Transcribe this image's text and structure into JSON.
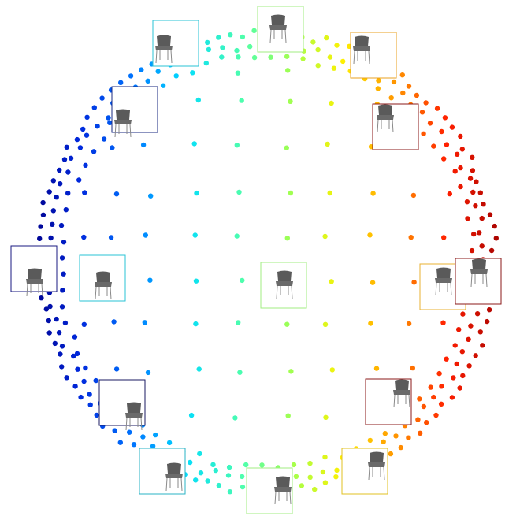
{
  "figure": {
    "description_colors": {
      "colormap": [
        "#00008b",
        "#0000ff",
        "#0080ff",
        "#00e5ff",
        "#60ff9f",
        "#b5ff4a",
        "#ffff00",
        "#ff8000",
        "#ff0000",
        "#8b0000"
      ]
    },
    "point_clusters": [
      {
        "cluster": "left-outer-arc",
        "color": "#0030d0"
      },
      {
        "cluster": "upper-left-arc",
        "color": "#0060ff"
      },
      {
        "cluster": "lower-left-arc",
        "color": "#0040e0"
      },
      {
        "cluster": "top-arc",
        "color": "#a8ff50"
      },
      {
        "cluster": "bottom-arc",
        "color": "#80ff80"
      },
      {
        "cluster": "right-upper-arc",
        "color": "#ff2000"
      },
      {
        "cluster": "right-lower-arc",
        "color": "#ff4000"
      },
      {
        "cluster": "interior-grid",
        "color": "#80ff80"
      }
    ],
    "thumbnails": [
      {
        "id": "thumb-top",
        "border_color": "#a0ee80",
        "icon": "chair-icon"
      },
      {
        "id": "thumb-top-left",
        "border_color": "#29c3d6",
        "icon": "chair-icon"
      },
      {
        "id": "thumb-top-right",
        "border_color": "#e8a020",
        "icon": "chair-icon"
      },
      {
        "id": "thumb-upper-left",
        "border_color": "#1a2a80",
        "icon": "chair-icon"
      },
      {
        "id": "thumb-upper-right",
        "border_color": "#8b1a1a",
        "icon": "chair-icon"
      },
      {
        "id": "thumb-left",
        "border_color": "#1a1a80",
        "icon": "chair-icon"
      },
      {
        "id": "thumb-left-inner",
        "border_color": "#29c3d6",
        "icon": "chair-icon"
      },
      {
        "id": "thumb-center",
        "border_color": "#a0ee80",
        "icon": "chair-icon"
      },
      {
        "id": "thumb-right-inner",
        "border_color": "#e8b030",
        "icon": "chair-icon"
      },
      {
        "id": "thumb-right",
        "border_color": "#8b1a1a",
        "icon": "chair-icon"
      },
      {
        "id": "thumb-lower-left",
        "border_color": "#1a1a60",
        "icon": "chair-icon"
      },
      {
        "id": "thumb-lower-right",
        "border_color": "#8b1a1a",
        "icon": "chair-icon"
      },
      {
        "id": "thumb-bottom-left",
        "border_color": "#29b3c6",
        "icon": "chair-icon"
      },
      {
        "id": "thumb-bottom",
        "border_color": "#a0ee80",
        "icon": "chair-icon"
      },
      {
        "id": "thumb-bottom-right",
        "border_color": "#e0c020",
        "icon": "chair-icon"
      }
    ]
  }
}
